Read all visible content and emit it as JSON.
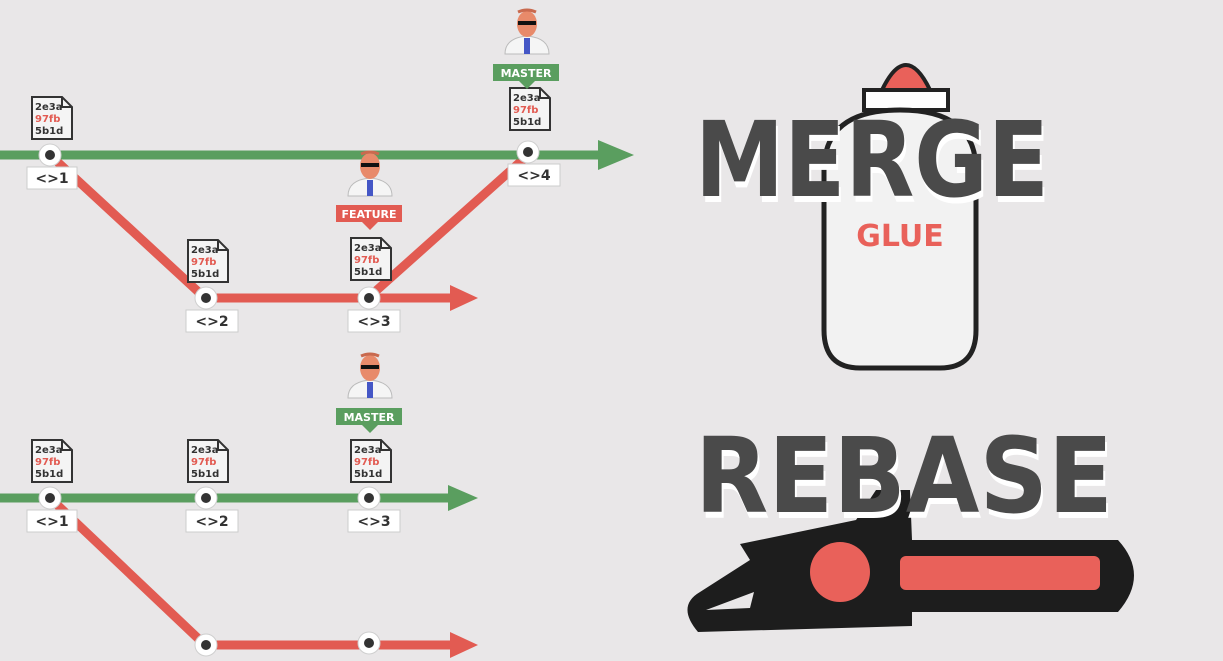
{
  "colors": {
    "background": "#e9e7e8",
    "main_branch": "#5a9e5f",
    "feature_branch": "#e25b52",
    "title_text": "#4a4a4a",
    "label_bg": "#ffffff",
    "chainsaw_body": "#1d1d1d",
    "chainsaw_accent": "#e9615a"
  },
  "commit_hash": {
    "line1": "2e3a",
    "line2": "97fb",
    "line3": "5b1d"
  },
  "merge_diagram": {
    "commits": [
      {
        "id": "m1",
        "label": "<>1"
      },
      {
        "id": "m2",
        "label": "<>2"
      },
      {
        "id": "m3",
        "label": "<>3"
      },
      {
        "id": "m4",
        "label": "<>4"
      }
    ],
    "tags": {
      "master": "MASTER",
      "feature": "FEATURE"
    }
  },
  "rebase_diagram": {
    "commits": [
      {
        "id": "r1",
        "label": "<>1"
      },
      {
        "id": "r2",
        "label": "<>2"
      },
      {
        "id": "r3",
        "label": "<>3"
      }
    ],
    "tags": {
      "master": "MASTER"
    }
  },
  "merge_title": "MERGE",
  "glue_label": "GLUE",
  "rebase_title": "REBASE"
}
